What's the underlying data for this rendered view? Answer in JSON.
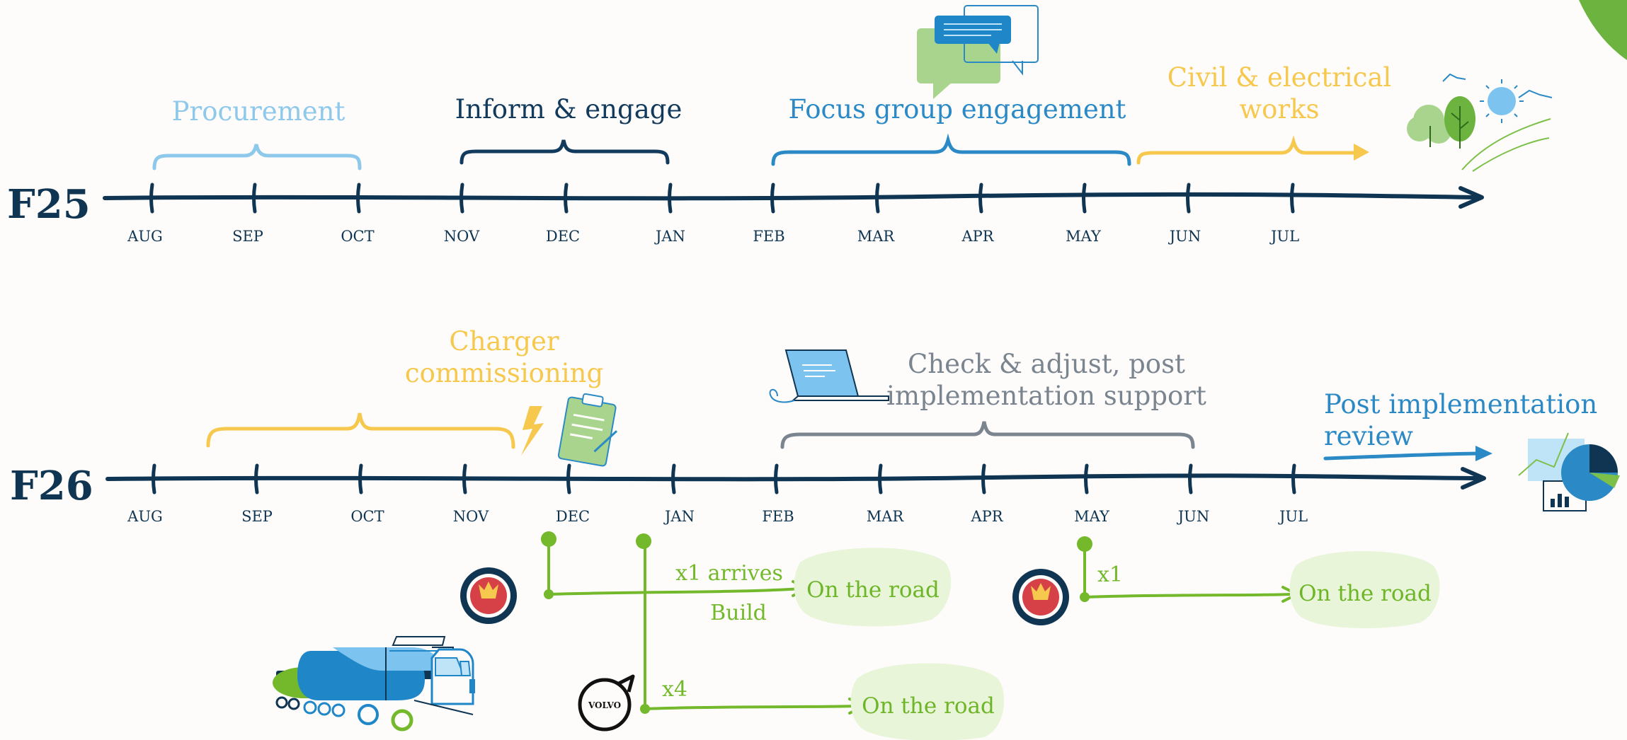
{
  "timeline_f25": {
    "year": "F25",
    "months": [
      "AUG",
      "SEP",
      "OCT",
      "NOV",
      "DEC",
      "JAN",
      "FEB",
      "MAR",
      "APR",
      "MAY",
      "JUN",
      "JUL"
    ],
    "phases": [
      {
        "lines": [
          "Procurement"
        ],
        "color": "#8ec8ea"
      },
      {
        "lines": [
          "Inform & engage"
        ],
        "color": "#123a5c"
      },
      {
        "lines": [
          "Focus group engagement"
        ],
        "color": "#2b8ac6"
      },
      {
        "lines": [
          "Civil & electrical",
          "works"
        ],
        "color": "#f7c84e"
      }
    ]
  },
  "timeline_f26": {
    "year": "F26",
    "months": [
      "AUG",
      "SEP",
      "OCT",
      "NOV",
      "DEC",
      "JAN",
      "FEB",
      "MAR",
      "APR",
      "MAY",
      "JUN",
      "JUL"
    ],
    "phases": [
      {
        "lines": [
          "Charger",
          "commissioning"
        ],
        "color": "#f7c84e"
      },
      {
        "lines": [
          "Check & adjust, post",
          "implementation support"
        ],
        "color": "#7b8590"
      },
      {
        "lines": [
          "Post implementation",
          "review"
        ],
        "color": "#2b8ac6"
      }
    ]
  },
  "deliveries": {
    "first_scania": {
      "arrival_label": "x1 arrives",
      "build_label": "Build",
      "status": "On the road"
    },
    "volvo": {
      "count_label": "x4",
      "status": "On the road"
    },
    "second_scania": {
      "count_label": "x1",
      "status": "On the road"
    },
    "volvo_logo_text": "VOLVO"
  },
  "colors": {
    "navy": "#0f3553",
    "green": "#73b92b",
    "light_green": "#e8f5d9",
    "yellow": "#f7c84e",
    "blue": "#2b8ac6",
    "light_blue": "#8ec8ea",
    "grey": "#7b8590"
  }
}
